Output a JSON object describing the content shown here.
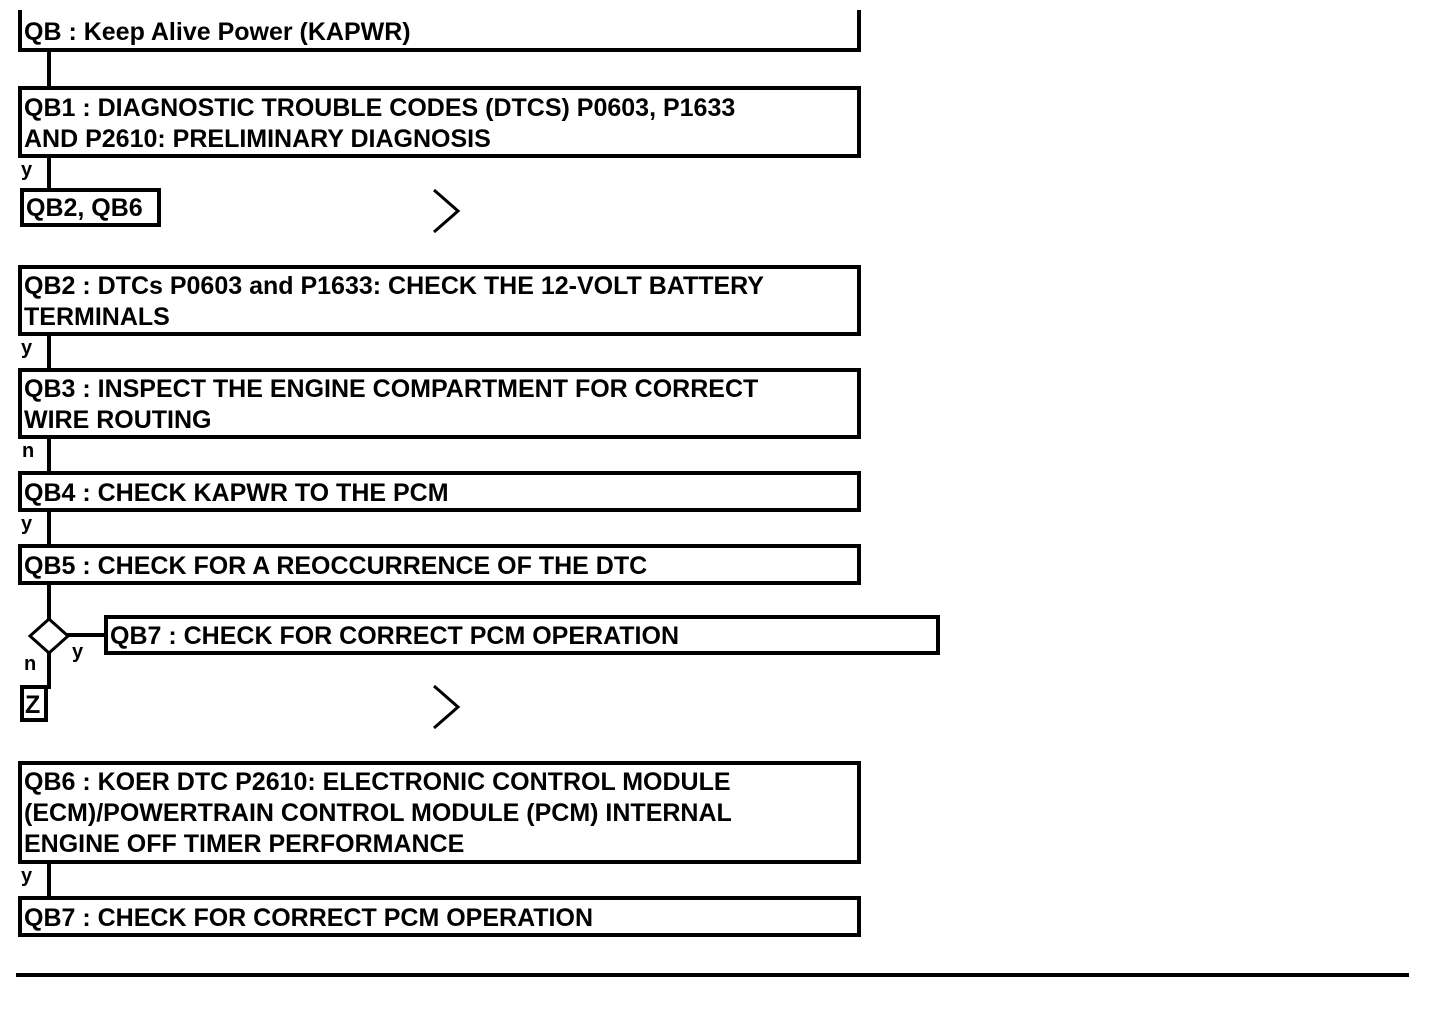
{
  "nodes": {
    "qb": "QB : Keep Alive Power (KAPWR)",
    "qb1": "QB1 : DIAGNOSTIC TROUBLE CODES (DTCS) P0603, P1633\nAND P2610: PRELIMINARY DIAGNOSIS",
    "qb2_qb6": "QB2, QB6",
    "qb2": "QB2 : DTCs P0603 and P1633: CHECK THE 12-VOLT BATTERY\nTERMINALS",
    "qb3": "QB3 : INSPECT THE ENGINE COMPARTMENT FOR CORRECT\nWIRE ROUTING",
    "qb4": "QB4 : CHECK KAPWR TO THE PCM",
    "qb5": "QB5 : CHECK FOR A REOCCURRENCE OF THE DTC",
    "qb7_branch": "QB7 : CHECK FOR CORRECT PCM OPERATION",
    "z": "Z",
    "qb6": "QB6 : KOER DTC P2610: ELECTRONIC CONTROL MODULE\n(ECM)/POWERTRAIN CONTROL MODULE (PCM) INTERNAL\nENGINE OFF TIMER PERFORMANCE",
    "qb7": "QB7 : CHECK FOR CORRECT PCM OPERATION"
  },
  "edge_labels": {
    "qb1_out": "y",
    "qb2_out": "y",
    "qb3_out": "n",
    "qb4_out": "y",
    "decision_yes": "y",
    "decision_no": "n",
    "qb6_out": "y"
  },
  "icons": {
    "continuation_marker": "chevron-right-icon",
    "decision": "diamond-decision-icon"
  },
  "colors": {
    "ink": "#000000",
    "background": "#ffffff"
  }
}
